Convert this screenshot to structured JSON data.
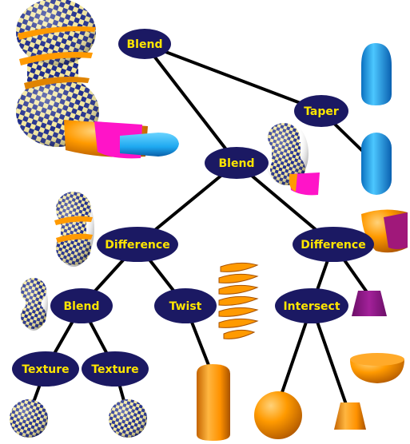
{
  "colors": {
    "node_fill": "#1b1963",
    "node_text": "#ffe600",
    "edge": "#000000",
    "checker_a": "#f3e79e",
    "checker_b": "#1f2d8c",
    "orange": "#ff9a00",
    "cyan": "#1ea8f0",
    "magenta": "#ff14c8",
    "purple": "#8c1a84"
  },
  "nodes": {
    "root_blend": "Blend",
    "taper": "Taper",
    "inner_blend": "Blend",
    "difference_left": "Difference",
    "difference_right": "Difference",
    "blend_left": "Blend",
    "twist": "Twist",
    "intersect": "Intersect",
    "texture_a": "Texture",
    "texture_b": "Texture"
  },
  "shapes": [
    "blended-checkered-figure",
    "capsule-cyan",
    "capsule-cyan-upper",
    "small-blended-figure",
    "peanut-with-orange-spiral",
    "checkered-peanut",
    "orange-twisted-spiral",
    "orange-cylinder",
    "hemisphere-with-magenta-section",
    "purple-frustum",
    "orange-hemisphere-bowl",
    "orange-sphere",
    "orange-frustum",
    "checkered-sphere-left",
    "checkered-sphere-right"
  ]
}
